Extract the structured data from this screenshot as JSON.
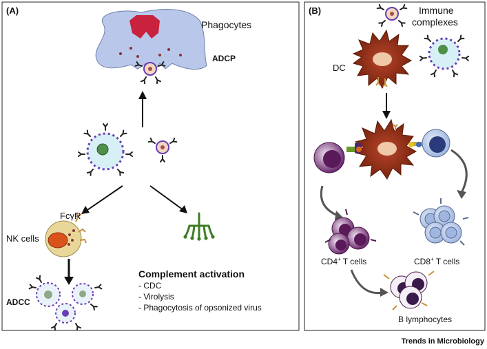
{
  "panel_a": {
    "label": "(A)",
    "phagocytes": "Phagocytes",
    "adcp": "ADCP",
    "fcgr": "FcγR",
    "nk_cells": "NK cells",
    "adcc": "ADCC",
    "complement_title": "Complement activation",
    "complement_items": [
      "- CDC",
      "- Virolysis",
      "- Phagocytosis of opsonized virus"
    ]
  },
  "panel_b": {
    "label": "(B)",
    "immune_line1": "Immune",
    "immune_line2": "complexes",
    "dc": "DC",
    "cd4_prefix": "CD4",
    "cd4_sup": "+",
    "cd4_suffix": " T cells",
    "cd8_prefix": "CD8",
    "cd8_sup": "+",
    "cd8_suffix": " T cells",
    "b_lymph": "B lymphocytes"
  },
  "footer": {
    "journal": "Trends in Microbiology"
  },
  "colors": {
    "phagocyte": "#b9c8ea",
    "dc": "#8a2a12",
    "virus": "#6a3cb5",
    "antibody": "#222222",
    "receptor": "#c8903c",
    "nk": "#e9d79a",
    "complement": "#3c7d22",
    "cd4": "#6b2a6e",
    "cd8": "#9fb6e0"
  }
}
